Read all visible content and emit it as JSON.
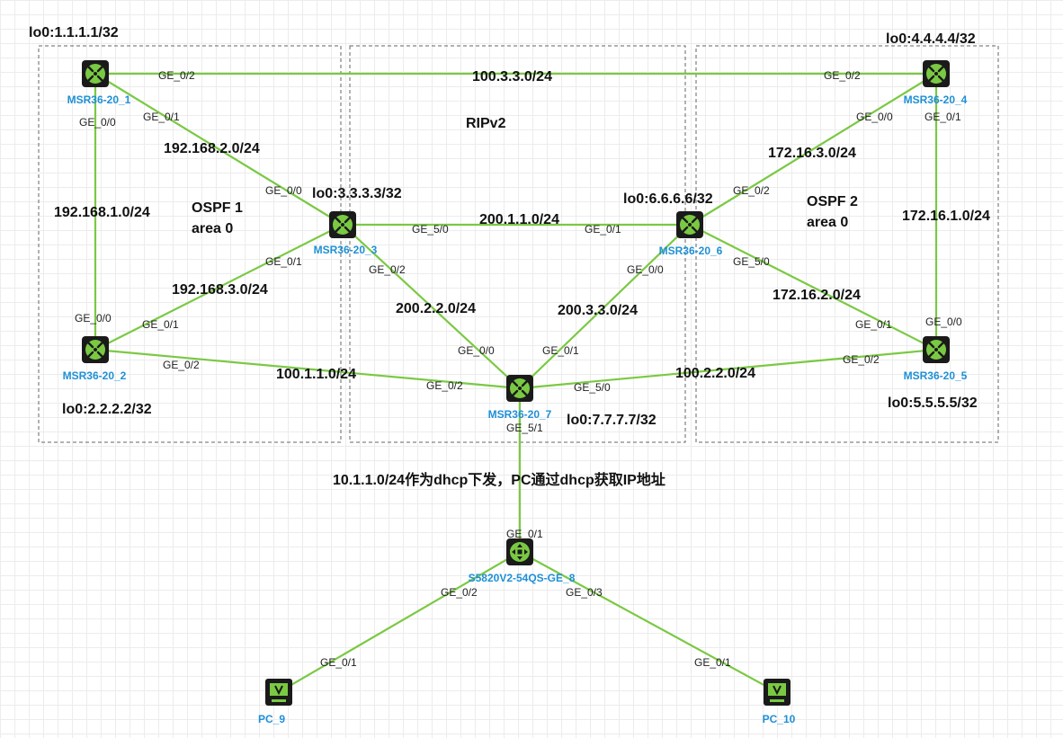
{
  "colors": {
    "device_name": "#1e90d6",
    "link": "#7ac943",
    "icon_body": "#1a1a1a",
    "icon_accent": "#7ac943"
  },
  "areas": [
    {
      "id": "ospf1",
      "label_line1": "OSPF 1",
      "label_line2": "area 0"
    },
    {
      "id": "rip",
      "label_line1": "RIPv2",
      "label_line2": ""
    },
    {
      "id": "ospf2",
      "label_line1": "OSPF 2",
      "label_line2": "area 0"
    }
  ],
  "devices": [
    {
      "id": "r1",
      "name": "MSR36-20_1",
      "loopback": "lo0:1.1.1.1/32",
      "icon": "router-icon"
    },
    {
      "id": "r2",
      "name": "MSR36-20_2",
      "loopback": "lo0:2.2.2.2/32",
      "icon": "router-icon"
    },
    {
      "id": "r3",
      "name": "MSR36-20_3",
      "loopback": "lo0:3.3.3.3/32",
      "icon": "router-icon"
    },
    {
      "id": "r4",
      "name": "MSR36-20_4",
      "loopback": "lo0:4.4.4.4/32",
      "icon": "router-icon"
    },
    {
      "id": "r5",
      "name": "MSR36-20_5",
      "loopback": "lo0:5.5.5.5/32",
      "icon": "router-icon"
    },
    {
      "id": "r6",
      "name": "MSR36-20_6",
      "loopback": "lo0:6.6.6.6/32",
      "icon": "router-icon"
    },
    {
      "id": "r7",
      "name": "MSR36-20_7",
      "loopback": "lo0:7.7.7.7/32",
      "icon": "router-icon"
    },
    {
      "id": "sw8",
      "name": "S5820V2-54QS-GE_8",
      "loopback": "",
      "icon": "switch-icon"
    },
    {
      "id": "pc9",
      "name": "PC_9",
      "loopback": "",
      "icon": "pc-icon"
    },
    {
      "id": "pc10",
      "name": "PC_10",
      "loopback": "",
      "icon": "pc-icon"
    }
  ],
  "links": [
    {
      "from": "r1",
      "to": "r4",
      "from_port": "GE_0/2",
      "to_port": "GE_0/2",
      "subnet": "100.3.3.0/24"
    },
    {
      "from": "r1",
      "to": "r2",
      "from_port": "GE_0/0",
      "to_port": "GE_0/0",
      "subnet": "192.168.1.0/24"
    },
    {
      "from": "r1",
      "to": "r3",
      "from_port": "GE_0/1",
      "to_port": "GE_0/0",
      "subnet": "192.168.2.0/24"
    },
    {
      "from": "r2",
      "to": "r3",
      "from_port": "GE_0/1",
      "to_port": "GE_0/1",
      "subnet": "192.168.3.0/24"
    },
    {
      "from": "r2",
      "to": "r7",
      "from_port": "GE_0/2",
      "to_port": "GE_0/2",
      "subnet": "100.1.1.0/24"
    },
    {
      "from": "r3",
      "to": "r6",
      "from_port": "GE_5/0",
      "to_port": "GE_0/1",
      "subnet": "200.1.1.0/24"
    },
    {
      "from": "r3",
      "to": "r7",
      "from_port": "GE_0/2",
      "to_port": "GE_0/0",
      "subnet": "200.2.2.0/24"
    },
    {
      "from": "r6",
      "to": "r7",
      "from_port": "GE_0/0",
      "to_port": "GE_0/1",
      "subnet": "200.3.3.0/24"
    },
    {
      "from": "r4",
      "to": "r6",
      "from_port": "GE_0/0",
      "to_port": "GE_0/2",
      "subnet": "172.16.3.0/24"
    },
    {
      "from": "r4",
      "to": "r5",
      "from_port": "GE_0/1",
      "to_port": "GE_0/0",
      "subnet": "172.16.1.0/24"
    },
    {
      "from": "r6",
      "to": "r5",
      "from_port": "GE_5/0",
      "to_port": "GE_0/1",
      "subnet": "172.16.2.0/24"
    },
    {
      "from": "r7",
      "to": "r5",
      "from_port": "GE_5/0",
      "to_port": "GE_0/2",
      "subnet": "100.2.2.0/24"
    },
    {
      "from": "r7",
      "to": "sw8",
      "from_port": "GE_5/1",
      "to_port": "GE_0/1",
      "subnet": ""
    },
    {
      "from": "sw8",
      "to": "pc9",
      "from_port": "GE_0/2",
      "to_port": "GE_0/1",
      "subnet": ""
    },
    {
      "from": "sw8",
      "to": "pc10",
      "from_port": "GE_0/3",
      "to_port": "GE_0/1",
      "subnet": ""
    }
  ],
  "dhcp_note": "10.1.1.0/24作为dhcp下发，PC通过dhcp获取IP地址"
}
